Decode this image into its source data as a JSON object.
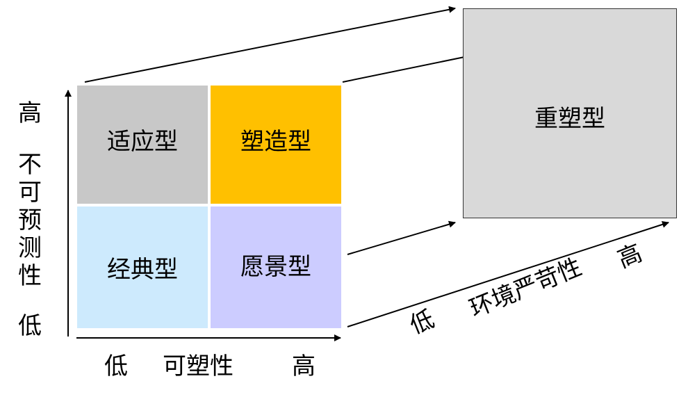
{
  "quadrants": {
    "top_left": "适应型",
    "top_right": "塑造型",
    "bottom_left": "经典型",
    "bottom_right": "愿景型"
  },
  "colors": {
    "top_left": "#c8c8c8",
    "top_right": "#ffc000",
    "bottom_left": "#cdeafd",
    "bottom_right": "#ccccff",
    "big_box": "#d9d9d9"
  },
  "big_box": {
    "label": "重塑型"
  },
  "y_axis": {
    "high": "高",
    "label": "不可预测性",
    "low": "低"
  },
  "x_axis": {
    "low": "低",
    "label": "可塑性",
    "high": "高"
  },
  "z_axis": {
    "low": "低",
    "label": "环境严苛性",
    "high": "高"
  }
}
